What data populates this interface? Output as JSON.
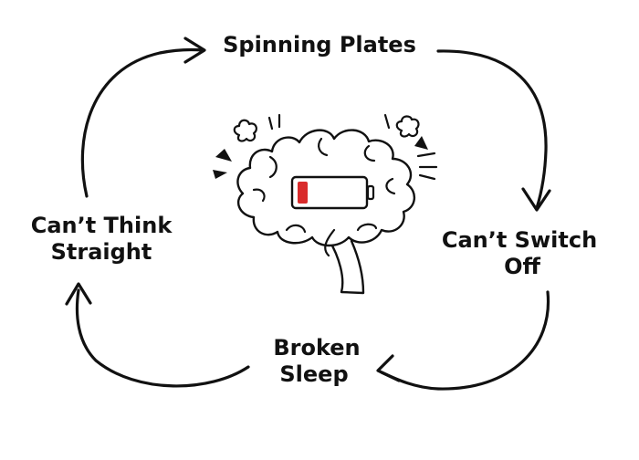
{
  "stages": {
    "top": {
      "line1": "Spinning Plates"
    },
    "right": {
      "line1": "Can’t Switch",
      "line2": "Off"
    },
    "bottom": {
      "line1": "Broken",
      "line2": "Sleep"
    },
    "left": {
      "line1": "Can’t Think",
      "line2": "Straight"
    }
  },
  "illustration": {
    "icon": "overwhelmed-brain-with-low-battery",
    "battery_level": 0.15,
    "battery_color": "#d92b2b",
    "stroke_color": "#111111"
  }
}
